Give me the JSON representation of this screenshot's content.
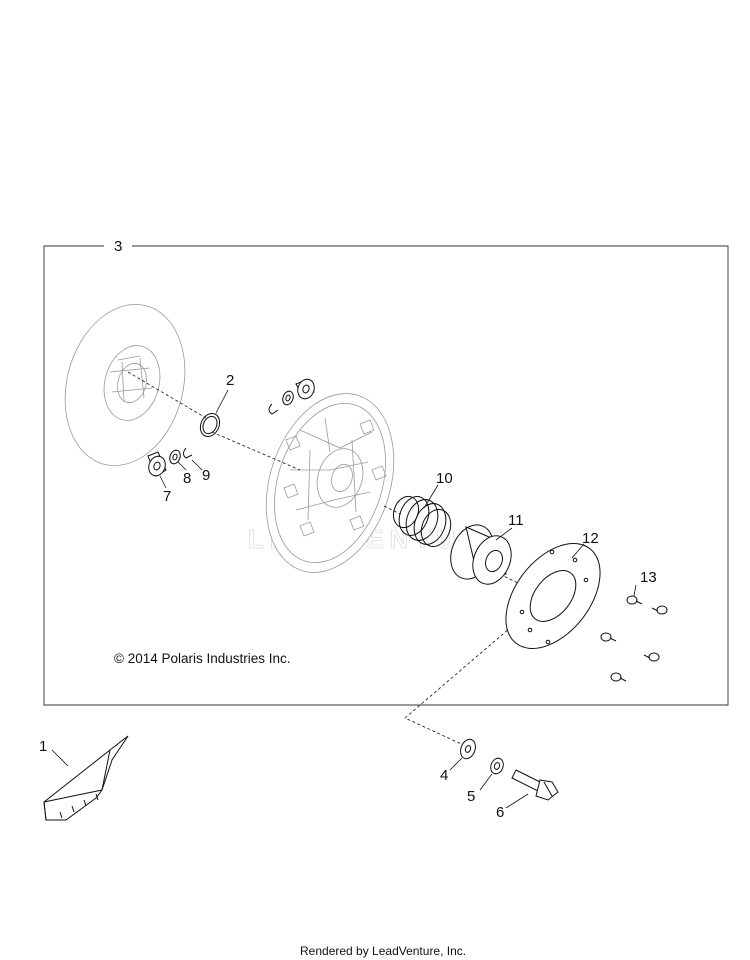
{
  "copyright": "© 2014 Polaris Industries Inc.",
  "footer": "Rendered by LeadVenture, Inc.",
  "watermark": "LEADVENTURE",
  "callouts": {
    "c1": "1",
    "c2": "2",
    "c3": "3",
    "c4": "4",
    "c5": "5",
    "c6": "6",
    "c7": "7",
    "c8": "8",
    "c9": "9",
    "c10": "10",
    "c11": "11",
    "c12": "12",
    "c13": "13"
  }
}
